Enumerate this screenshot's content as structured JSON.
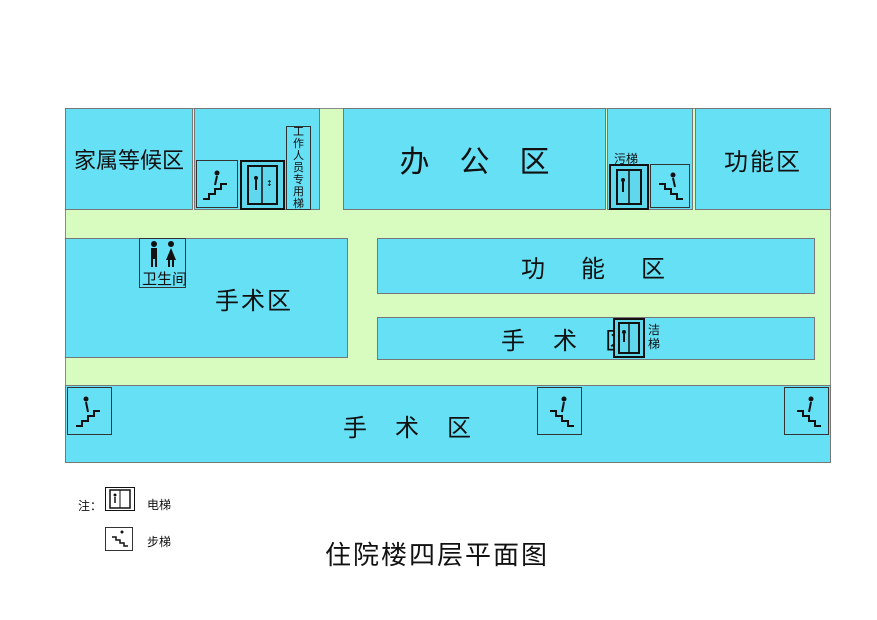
{
  "rooms": {
    "family_waiting": "家属等候区",
    "office": "办　公　区",
    "function_right": "功能区",
    "function_mid": "功　能　区",
    "surgery_left": "手术区",
    "surgery_mid": "手　术　区",
    "surgery_bottom": "手　术　区"
  },
  "staff_lift_label": "工作人员专用梯",
  "dirty_lift_label": "污梯",
  "clean_lift_label": "洁梯",
  "restroom_label": "卫生间",
  "legend": {
    "note_label": "注：",
    "elevator_label": "电梯",
    "stair_label": "步梯"
  },
  "page_title": "住院楼四层平面图",
  "colors": {
    "room": "#66e0f5",
    "corridor": "#d8fbc0"
  },
  "icons": [
    "elevator-icon",
    "stair-icon",
    "restroom-icon"
  ]
}
